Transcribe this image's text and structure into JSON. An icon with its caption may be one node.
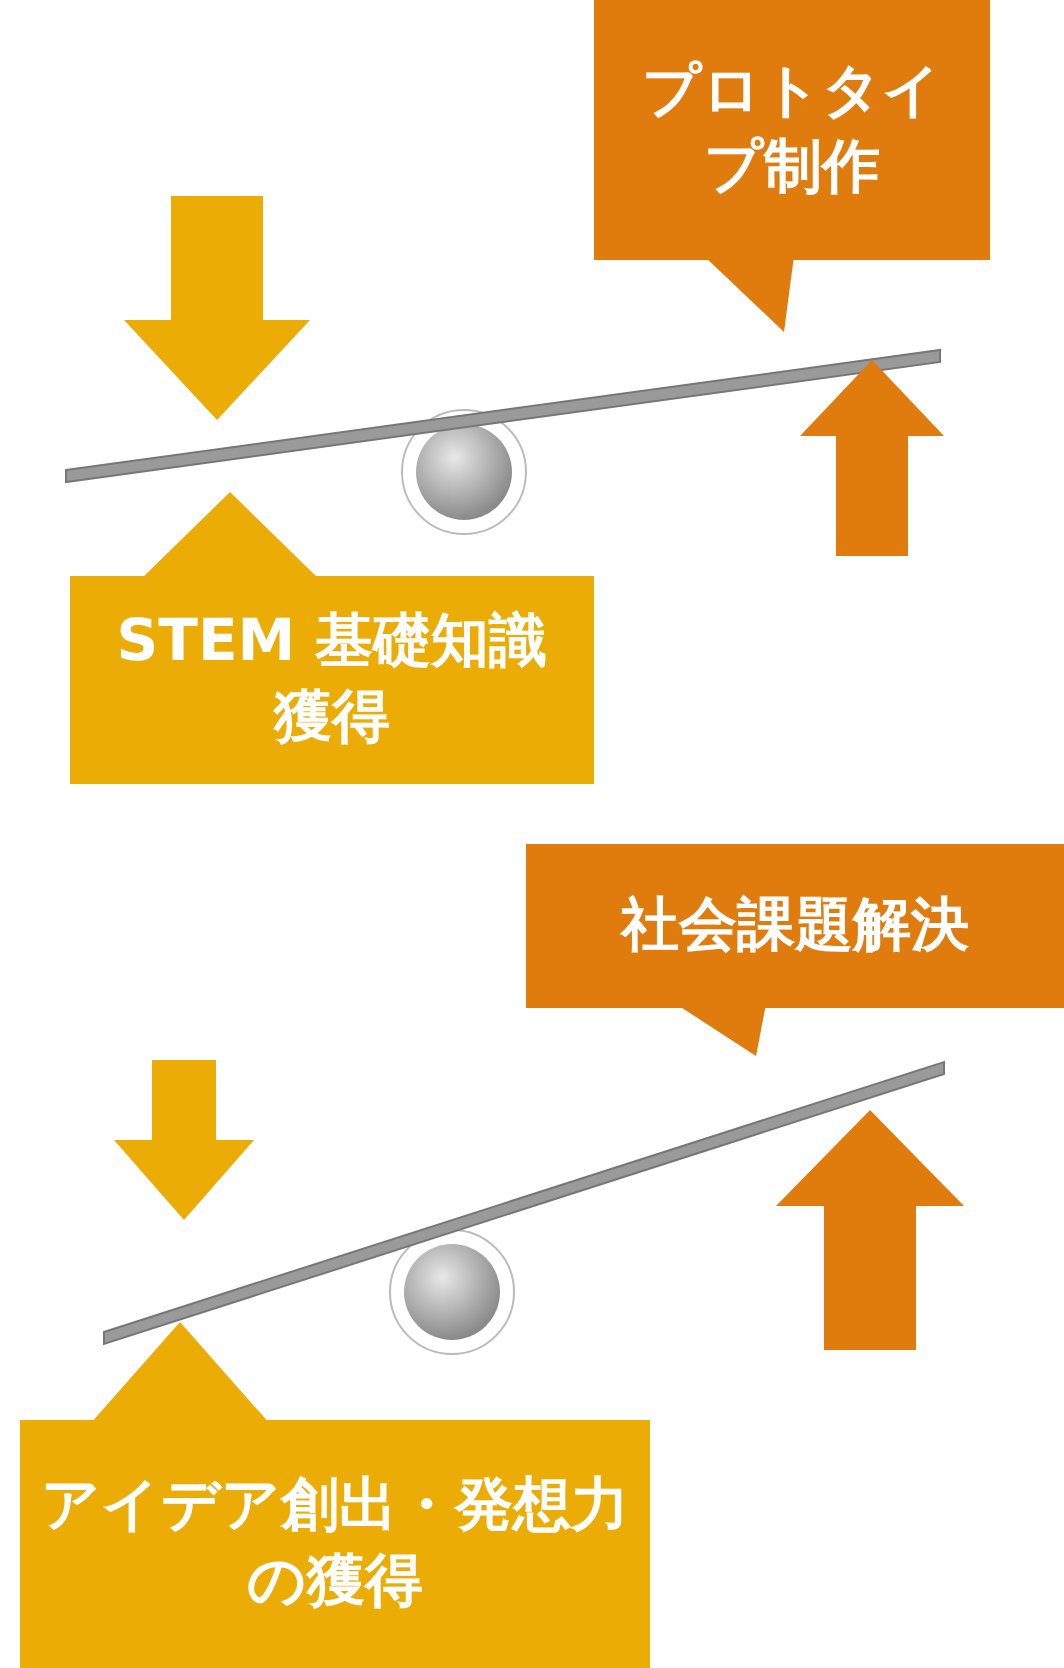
{
  "diagram": {
    "nodes": [
      {
        "text": [
          "プロトタイプ制作"
        ]
      },
      {
        "text": [
          "STEM 基礎知識獲得"
        ]
      },
      {
        "text": [
          "社会課題解決"
        ]
      },
      {
        "text": [
          "アイデア創出・発想力の獲得"
        ]
      }
    ]
  }
}
